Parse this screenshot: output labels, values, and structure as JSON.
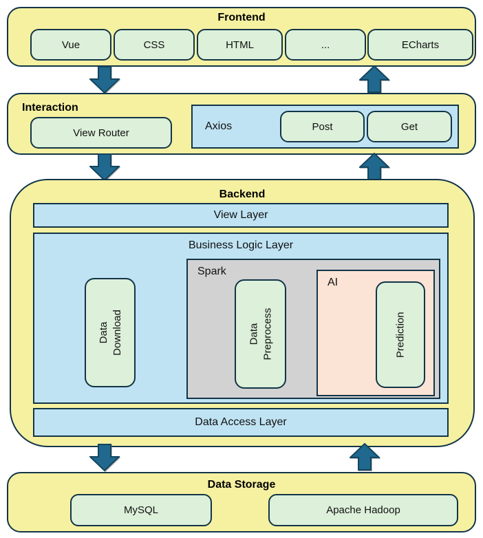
{
  "colors": {
    "section_fill": "#f5f1a1",
    "node_fill": "#dcf0da",
    "panel_fill": "#bfe3f3",
    "spark_fill": "#d2d2d2",
    "ai_fill": "#fbe3d6",
    "border": "#123447",
    "arrow_fill": "#20688e"
  },
  "frontend": {
    "title": "Frontend",
    "items": [
      "Vue",
      "CSS",
      "HTML",
      "...",
      "ECharts"
    ]
  },
  "interaction": {
    "title": "Interaction",
    "view_router": "View Router",
    "axios": {
      "label": "Axios",
      "methods": [
        "Post",
        "Get"
      ]
    }
  },
  "backend": {
    "title": "Backend",
    "view_layer": "View Layer",
    "business_logic_layer": {
      "label": "Business Logic Layer",
      "data_download": "Data\nDownload",
      "spark": {
        "label": "Spark",
        "data_preprocess": "Data\nPreprocess",
        "ai": {
          "label": "AI",
          "prediction": "Prediction"
        }
      }
    },
    "data_access_layer": "Data Access Layer"
  },
  "data_storage": {
    "title": "Data Storage",
    "items": [
      "MySQL",
      "Apache Hadoop"
    ]
  },
  "icons": {
    "down_arrow": "block-arrow-down",
    "up_arrow": "block-arrow-up"
  }
}
